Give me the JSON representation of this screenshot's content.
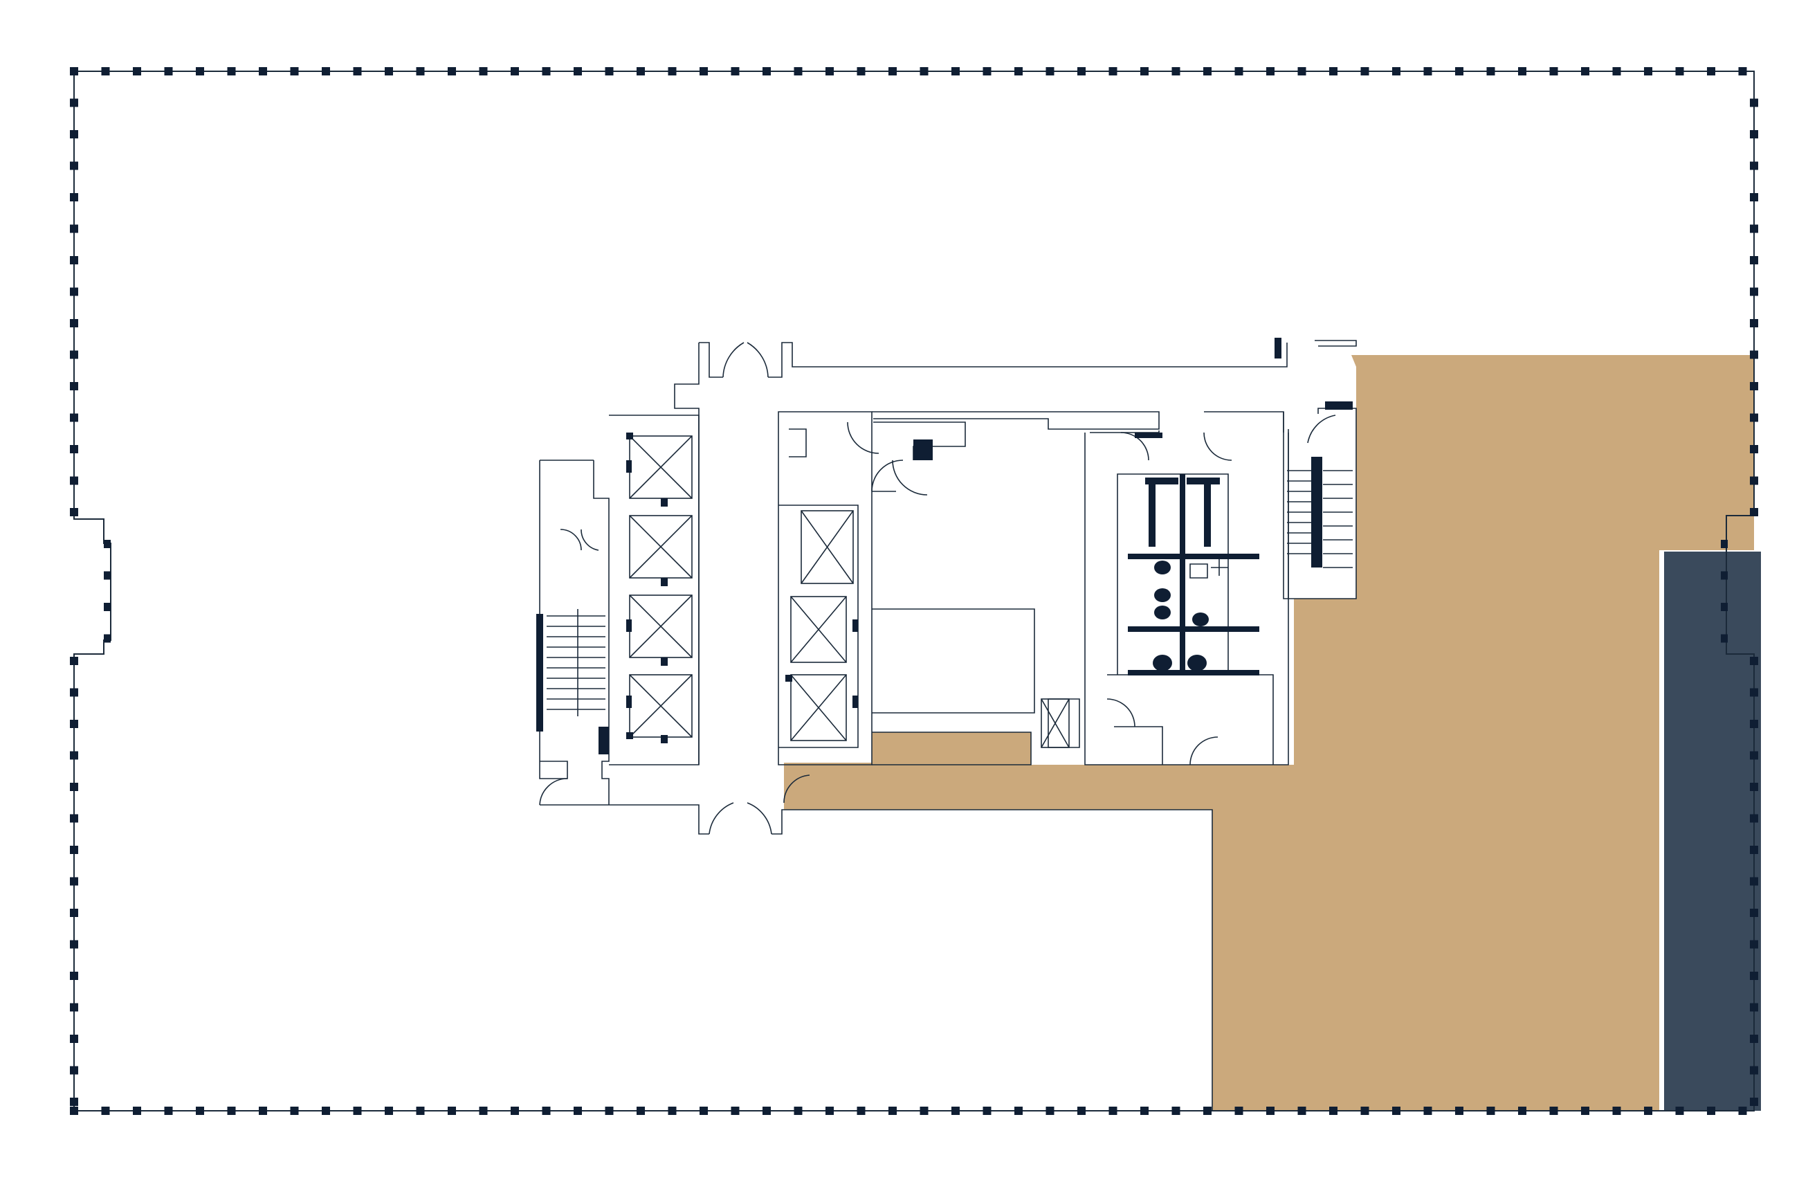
{
  "colors": {
    "background": "#ffffff",
    "line": "#1b2a3a",
    "column": "#0f1e33",
    "suite_tan": "#cba97c",
    "suite_navy": "#3a4a5c"
  },
  "icons": {
    "elevator": "elevator-x-box",
    "door": "door-swing-arc",
    "stair": "stair-treads",
    "column": "structural-column"
  },
  "zones": [
    {
      "id": "available-suite",
      "color_key": "suite_tan"
    },
    {
      "id": "adjacent-suite",
      "color_key": "suite_navy"
    }
  ]
}
